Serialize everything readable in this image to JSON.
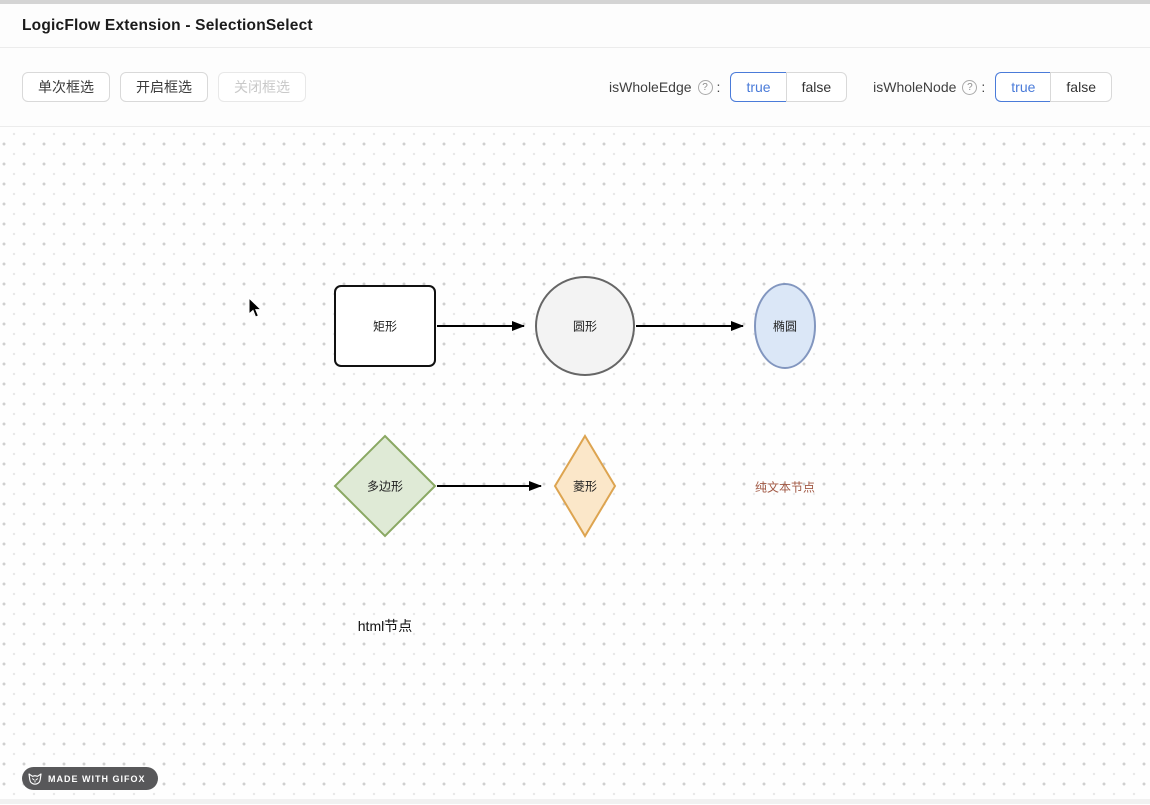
{
  "header": {
    "title": "LogicFlow Extension - SelectionSelect"
  },
  "toolbar": {
    "buttons": [
      {
        "label": "单次框选",
        "disabled": false
      },
      {
        "label": "开启框选",
        "disabled": false
      },
      {
        "label": "关闭框选",
        "disabled": true
      }
    ],
    "help_glyph": "?",
    "controls": [
      {
        "label": "isWholeEdge",
        "colon": ":",
        "selected": "true",
        "options": {
          "true": "true",
          "false": "false"
        }
      },
      {
        "label": "isWholeNode",
        "colon": ":",
        "selected": "true",
        "options": {
          "true": "true",
          "false": "false"
        }
      }
    ],
    "accent_color": "#4a7bd9"
  },
  "canvas": {
    "nodes": {
      "rect": {
        "label": "矩形",
        "fill": "#ffffff",
        "stroke": "#111111"
      },
      "circle": {
        "label": "圆形",
        "fill": "#f3f3f3",
        "stroke": "#666666"
      },
      "ellipse": {
        "label": "椭圆",
        "fill": "#dbe7f7",
        "stroke": "#8296bf"
      },
      "polygon": {
        "label": "多边形",
        "fill": "#dfead6",
        "stroke": "#8aa863"
      },
      "diamond": {
        "label": "菱形",
        "fill": "#fbe7c9",
        "stroke": "#dda450"
      },
      "text_node": {
        "label": "纯文本节点",
        "color": "#a15844"
      },
      "html_node": {
        "label": "html节点",
        "color": "#111111"
      }
    },
    "edge_color": "#000000"
  },
  "badge": {
    "label": "MADE WITH GIFOX",
    "bg": "#58585a"
  }
}
